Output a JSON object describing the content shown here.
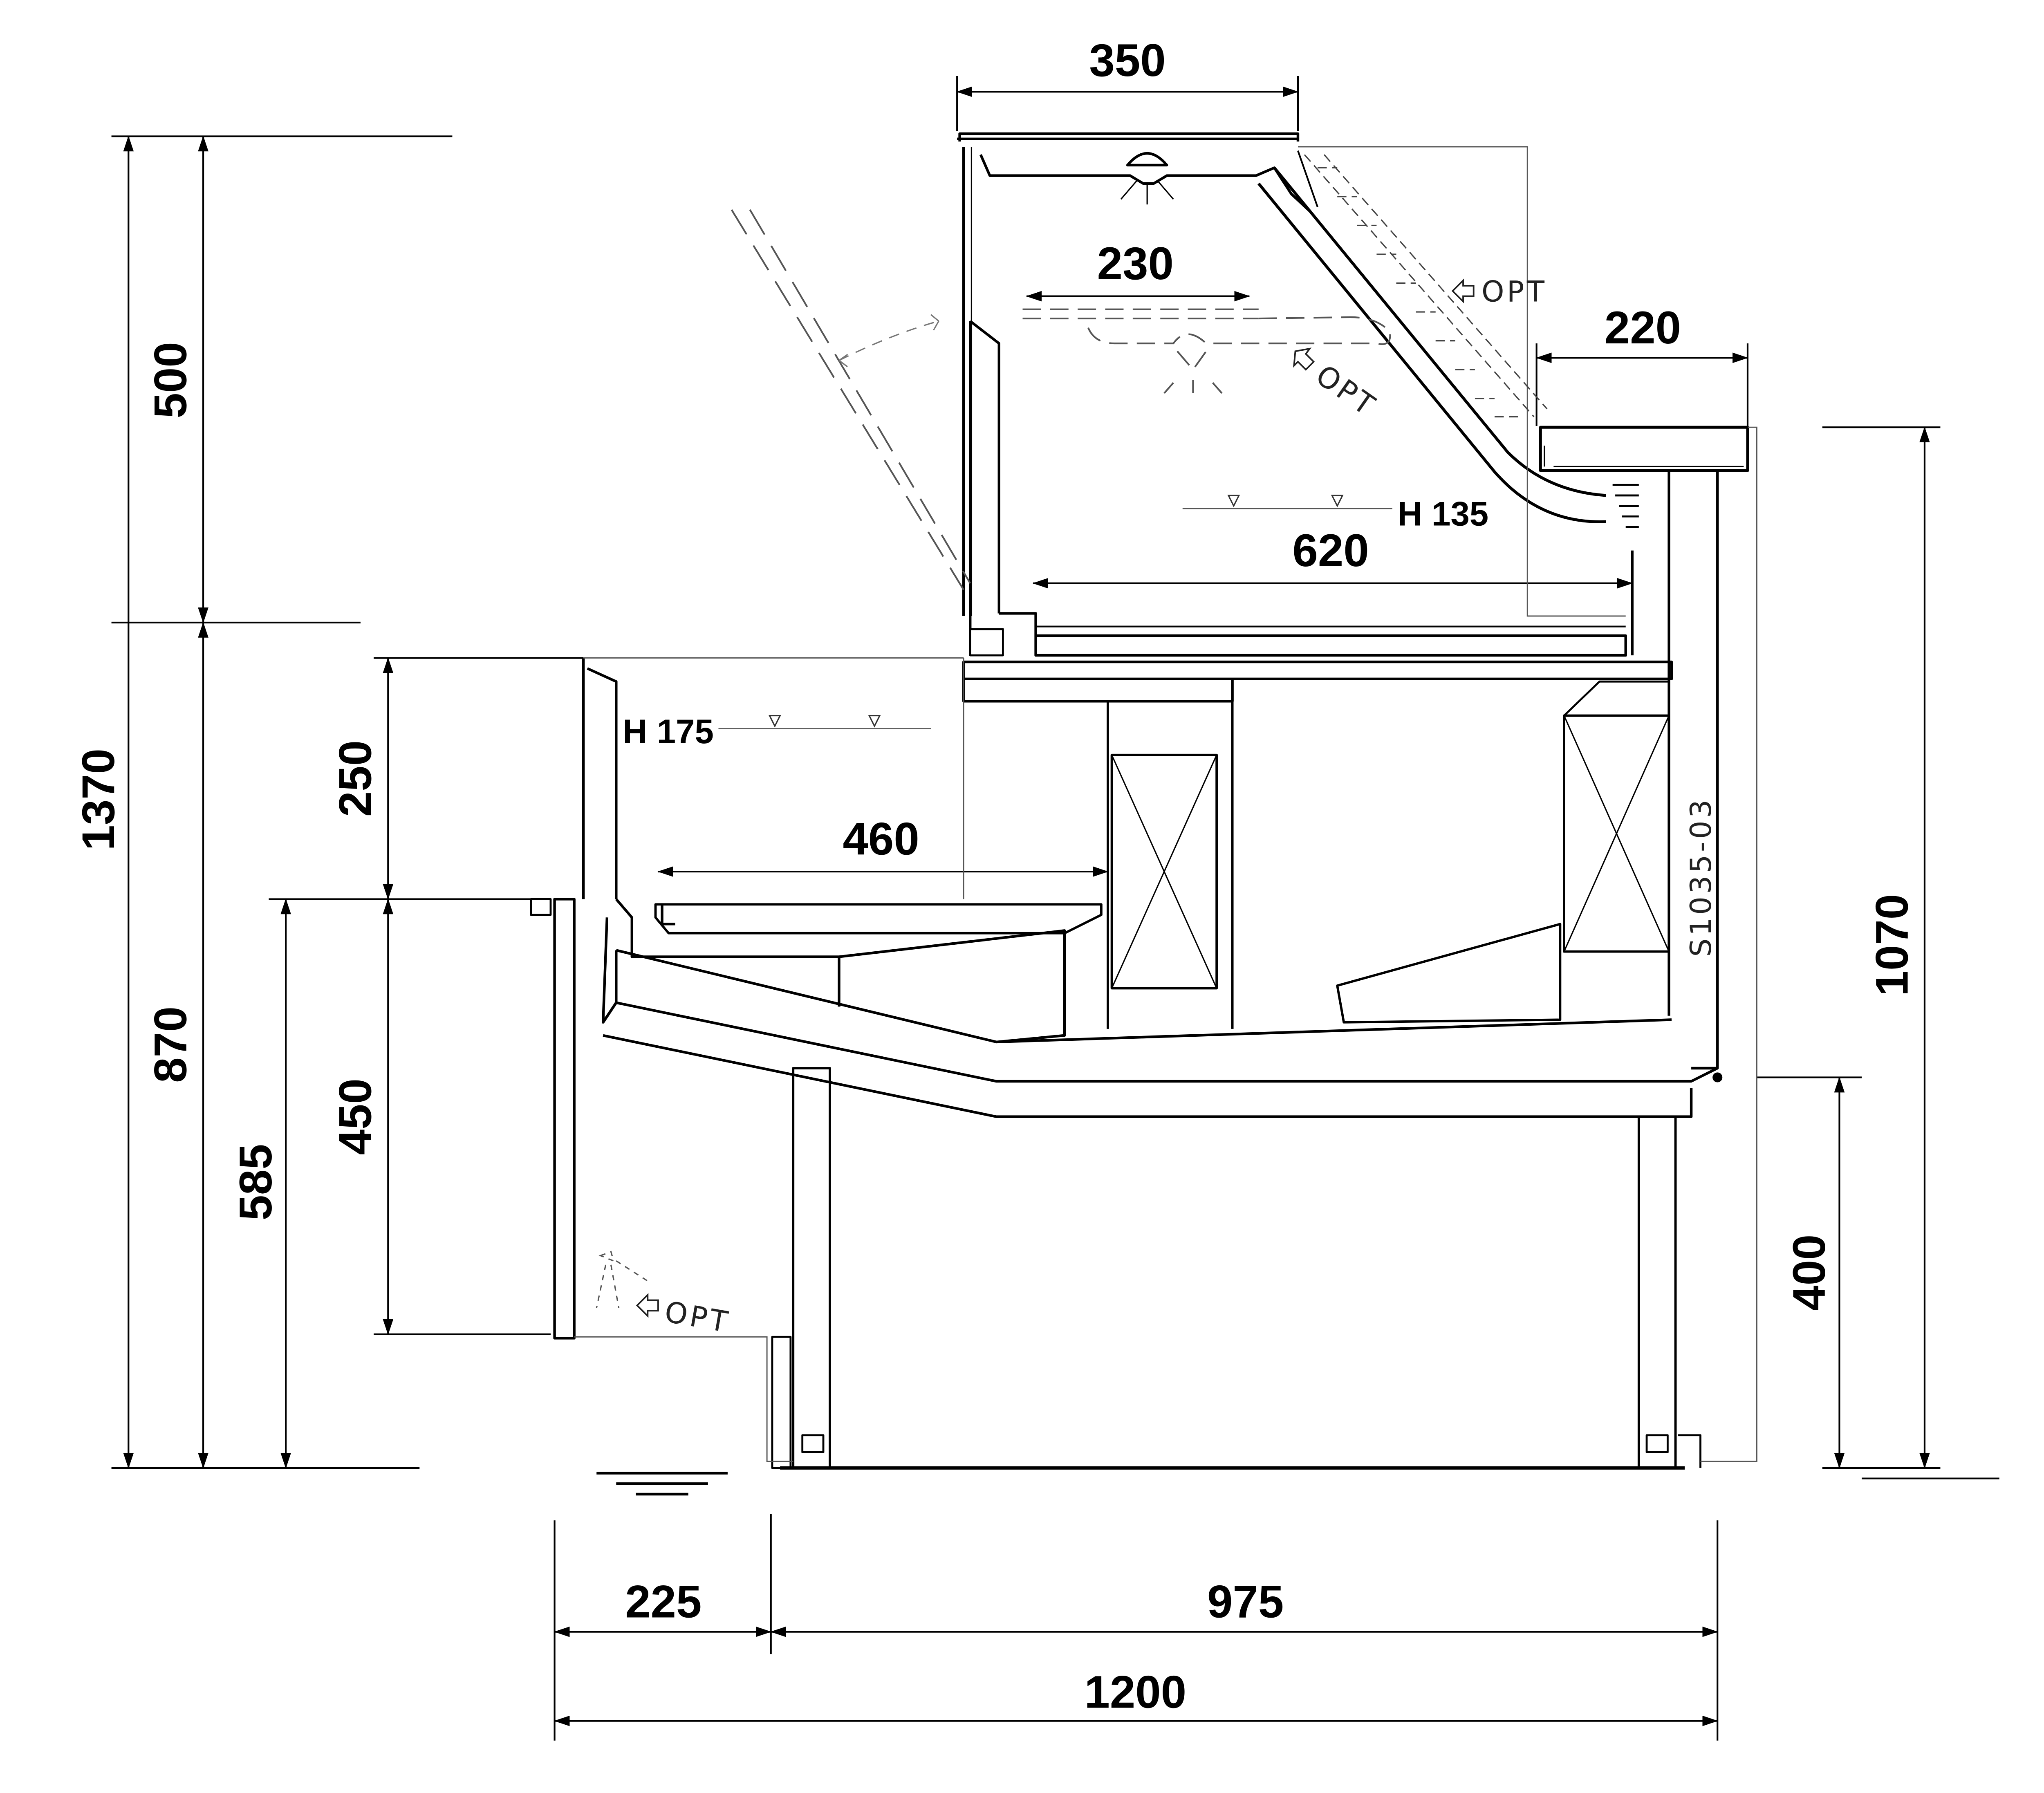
{
  "drawing": {
    "code": "S1035-03",
    "option_label": "OPT",
    "dimensions": {
      "top_width": "350",
      "glass_lamp_width": "230",
      "shelf_depth": "620",
      "worktop_depth": "220",
      "upper_height": "500",
      "total_height": "1370",
      "lower_height": "870",
      "front_glass_height": "250",
      "front_panel_height": "450",
      "front_step_height": "585",
      "well_depth": "460",
      "counter_height": "1070",
      "base_height": "400",
      "front_offset": "225",
      "body_depth": "975",
      "overall_depth": "1200"
    },
    "heights": {
      "upper_level": "H 135",
      "lower_level": "H 175"
    }
  }
}
